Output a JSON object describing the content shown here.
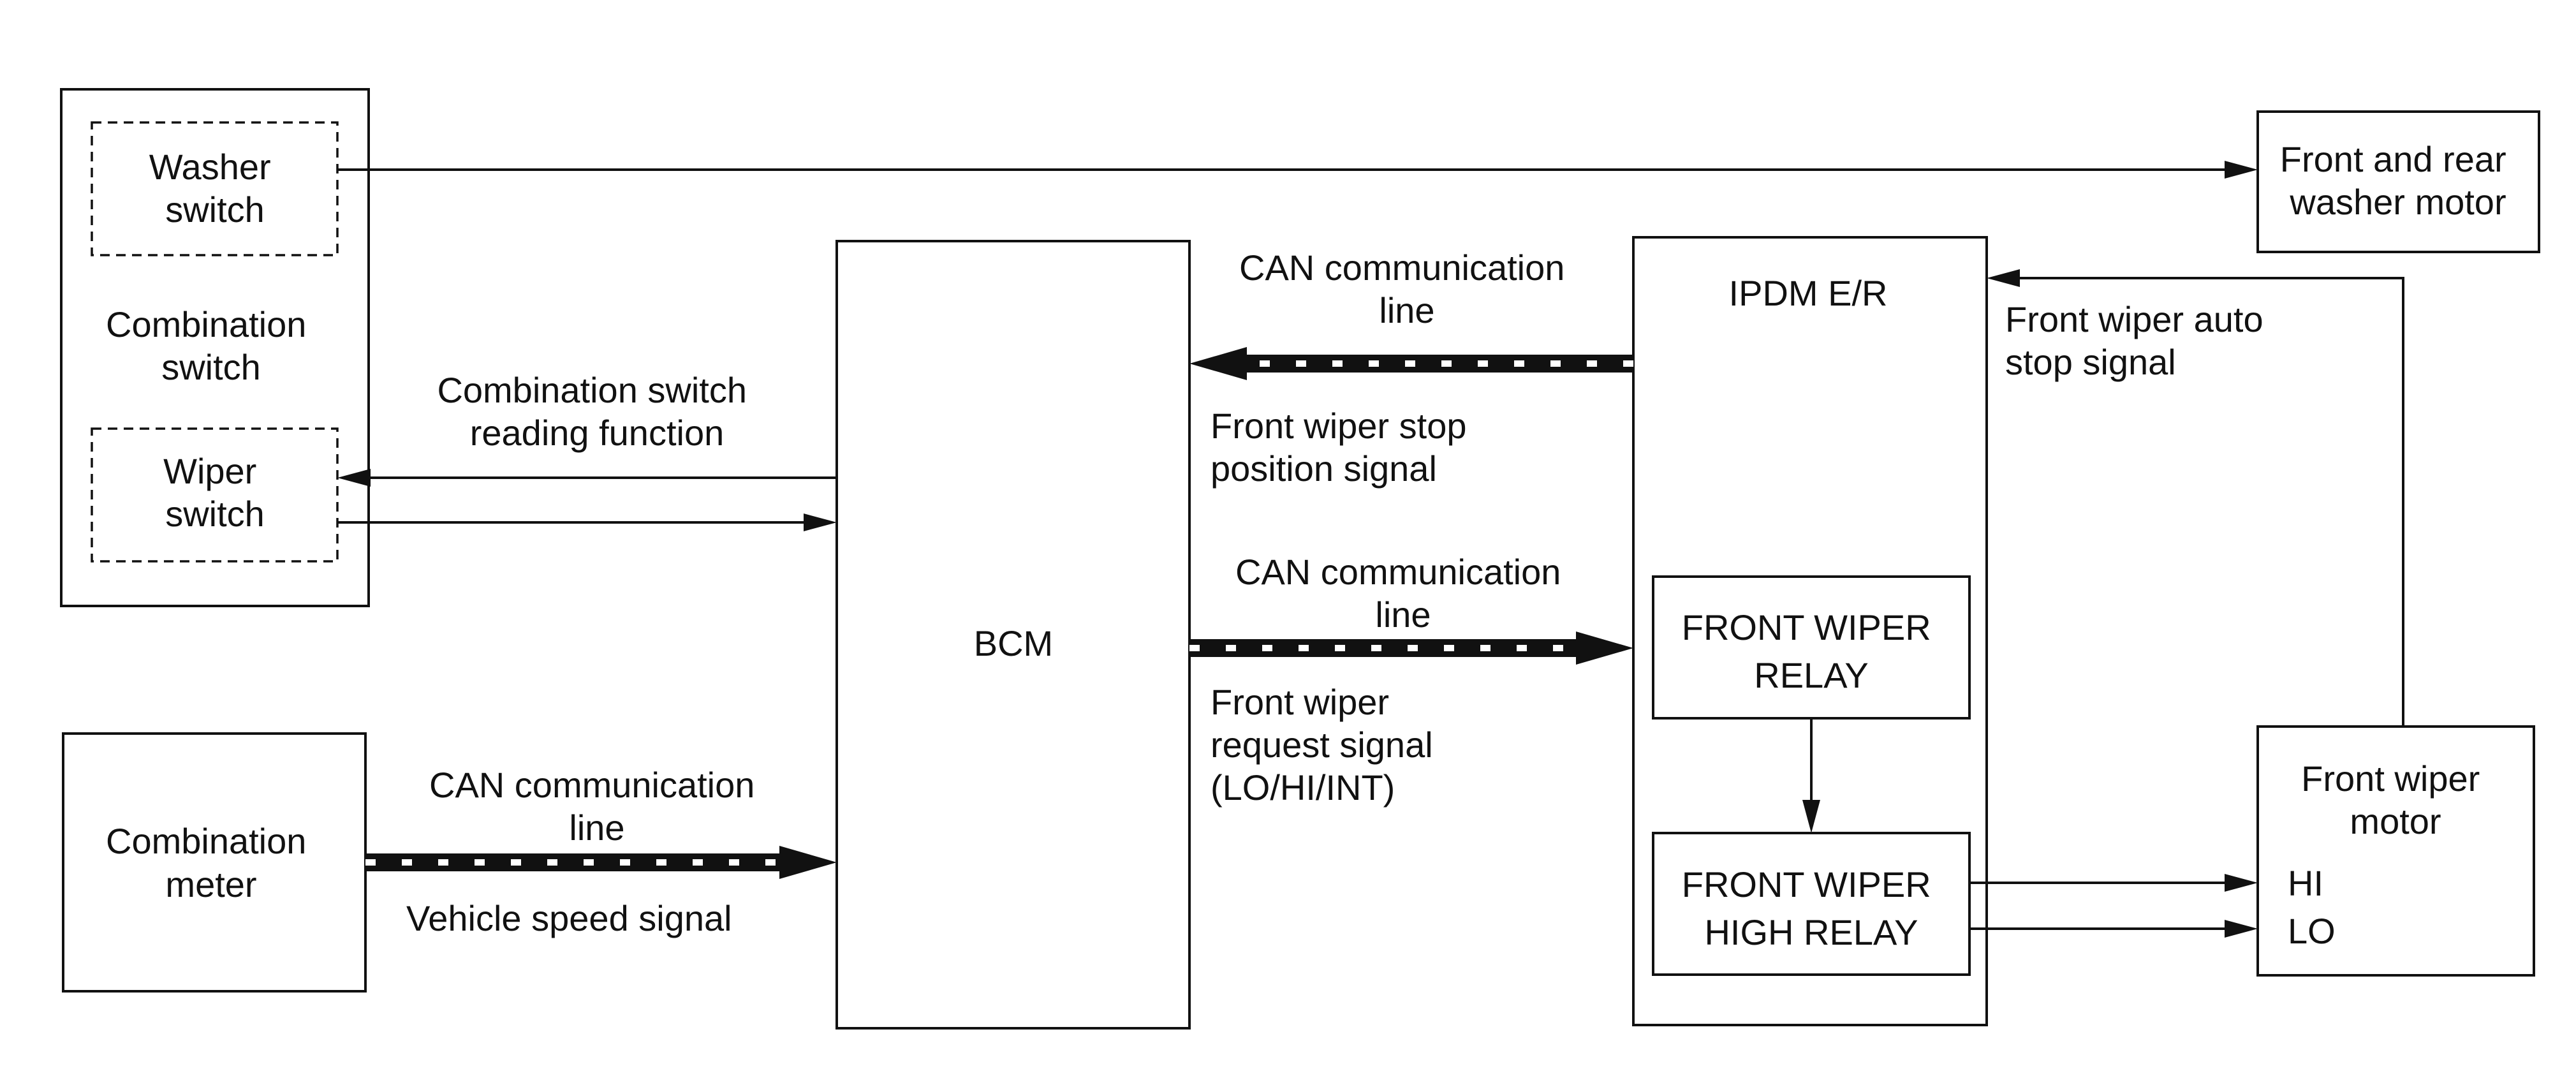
{
  "blocks": {
    "combination_switch": "Combination\nswitch",
    "washer_switch": "Washer\nswitch",
    "wiper_switch": "Wiper\nswitch",
    "combination_meter": "Combination\nmeter",
    "bcm": "BCM",
    "ipdm": "IPDM E/R",
    "front_wiper_relay": "FRONT WIPER\nRELAY",
    "front_wiper_high_relay": "FRONT WIPER\nHIGH RELAY",
    "washer_motor": "Front and rear\nwasher motor",
    "wiper_motor": "Front wiper\nmotor",
    "motor_hi": "HI",
    "motor_lo": "LO"
  },
  "signals": {
    "combination_switch_reading": "Combination switch\nreading function",
    "can_line_meter": "CAN communication\nline",
    "vehicle_speed": "Vehicle speed signal",
    "can_line_stop": "CAN communication\nline",
    "front_wiper_stop_position": "Front wiper stop\nposition signal",
    "can_line_request": "CAN communication\nline",
    "front_wiper_request": "Front wiper\nrequest signal\n(LO/HI/INT)",
    "front_wiper_auto_stop": "Front wiper auto\nstop signal"
  }
}
